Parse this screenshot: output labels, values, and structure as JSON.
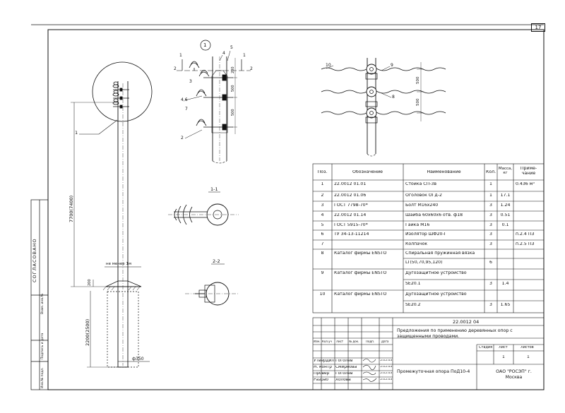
{
  "sheet_number": "17",
  "view1_label": "1",
  "section_labels": {
    "s11": "1-1",
    "s22": "2-2"
  },
  "cut_marks": {
    "one": "1",
    "two": "2"
  },
  "dims": {
    "pole_height": "7700(7400)",
    "embed_depth": "2200(2500)",
    "diameter": "ф350",
    "min_dist": "не менее 1м",
    "d200a": "200",
    "d500a": "500",
    "d500b": "500",
    "d200b": "200",
    "top500a": "500",
    "top500b": "500"
  },
  "callouts": {
    "c1": "1",
    "c2": "2",
    "c3": "3",
    "c4": "4",
    "c5": "5",
    "c6": "6",
    "c7": "7",
    "c8": "8",
    "c9": "9",
    "c10": "10",
    "c46": "4,6"
  },
  "side_stamp": {
    "title": "СОГЛАСОВАНО",
    "labels": [
      "Взам. инв.№",
      "Подпись и дата",
      "Инв.№ подл."
    ]
  },
  "spec": {
    "headers": [
      "Поз.",
      "Обозначение",
      "Наименование",
      "Кол.",
      "Масса, кг",
      "Приме- чание"
    ],
    "rows": [
      [
        "1",
        "22.0012 01.01",
        "Стойка СП-3в",
        "1",
        "",
        "0.436 м³"
      ],
      [
        "2",
        "22.0012 01.06",
        "Оголовок ОГд-2",
        "1",
        "17.1",
        ""
      ],
      [
        "3",
        "ГОСТ 7798-70*",
        "Болт М16х240",
        "3",
        "1.24",
        ""
      ],
      [
        "4",
        "22.0012 01.14",
        "Шайба 60х60х6 отв. ф18",
        "3",
        "0.51",
        ""
      ],
      [
        "5",
        "ГОСТ 5915-70*",
        "Гайка М16",
        "3",
        "0.1",
        ""
      ],
      [
        "6",
        "ТУ 34-13-11214",
        "Изолятор ШФ20-Г",
        "3",
        "",
        "п.2.4 ПЗ"
      ],
      [
        "7",
        "",
        "Колпачок",
        "3",
        "",
        "п.2.5 ПЗ"
      ],
      [
        "8",
        "Каталог фирмы ENSTO",
        "Спиральная пружинная вязка",
        "",
        "",
        ""
      ],
      [
        "",
        "",
        "LT(50,70,95,120)",
        "6",
        "",
        ""
      ],
      [
        "9",
        "Каталог фирмы ENSTO",
        "Дугозащитное устройство",
        "",
        "",
        ""
      ],
      [
        "",
        "",
        "SE20.1",
        "3",
        "1.4",
        ""
      ],
      [
        "10",
        "Каталог фирмы ENSTO",
        "Дугозащитное устройство",
        "",
        "",
        ""
      ],
      [
        "",
        "",
        "SE20.2",
        "3",
        "1.65",
        ""
      ]
    ]
  },
  "title_block": {
    "doc_code": "22.0012 04",
    "project_title": "Предложения по применению деревянных опор с защищенными проводами.",
    "col_headers": [
      "Изм.",
      "Кол.уч",
      "Лист",
      "№ док.",
      "Подп.",
      "Дата"
    ],
    "people": [
      {
        "role": "Утвердил",
        "name": "Гоголев",
        "date": "5.05.03"
      },
      {
        "role": "Н. контр",
        "name": "Смирнова",
        "date": "5.05.03"
      },
      {
        "role": "Провер",
        "name": "Гоголев",
        "date": "5.05.03"
      },
      {
        "role": "Разраб",
        "name": "Холова",
        "date": "5.05.03"
      }
    ],
    "stage_headers": [
      "Стадия",
      "Лист",
      "Листов"
    ],
    "stage_values": [
      "",
      "1",
      "1"
    ],
    "drawing_name": "Промежуточная опора ПоД10-4",
    "org": "ОАО \"РОСЭП\" г. Москва"
  }
}
